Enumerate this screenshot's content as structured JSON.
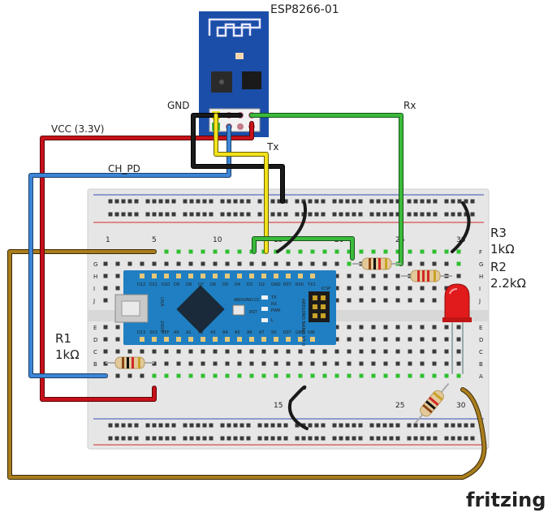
{
  "module_title": "ESP8266-01",
  "wire_labels": {
    "gnd": "GND",
    "rx": "Rx",
    "vcc": "VCC (3.3V)",
    "tx": "Tx",
    "ch_pd": "CH_PD"
  },
  "resistors": {
    "r1": {
      "name": "R1",
      "value": "1kΩ"
    },
    "r2": {
      "name": "R2",
      "value": "2.2kΩ"
    },
    "r3": {
      "name": "R3",
      "value": "1kΩ"
    }
  },
  "breadboard": {
    "col_numbers": [
      "1",
      "5",
      "10",
      "15",
      "20",
      "25",
      "30"
    ],
    "row_letters_top": [
      "J",
      "I",
      "H",
      "G",
      "F"
    ],
    "row_letters_bottom": [
      "E",
      "D",
      "C",
      "B",
      "A"
    ]
  },
  "nano": {
    "top_pins": [
      "D12",
      "D11",
      "D10",
      "D9",
      "D8",
      "D7",
      "D6",
      "D5",
      "D4",
      "D3",
      "D2",
      "GND",
      "RST",
      "RX0",
      "TX1"
    ],
    "bottom_pins": [
      "D13",
      "3V3",
      "REF",
      "A0",
      "A1",
      "A2",
      "A3",
      "A4",
      "A5",
      "A6",
      "A7",
      "5V",
      "RST",
      "GND",
      "VIN"
    ],
    "brand": "ARDUINO.CC",
    "model": "ARDUINO NANO V3.0",
    "board_labels": [
      "RST",
      "TX",
      "RX",
      "PWR",
      "L",
      "ICSP",
      "USA",
      "2009"
    ]
  },
  "watermark": "fritzing",
  "colors": {
    "wire_red": "#c8101a",
    "wire_black": "#1a1a1a",
    "wire_yellow": "#f2e21c",
    "wire_green": "#3cba3c",
    "wire_blue": "#3d86d6",
    "wire_brown": "#a97d1e",
    "esp_board": "#1b4ea8",
    "nano_board": "#1f7fc2",
    "breadboard": "#e8e8e8"
  }
}
